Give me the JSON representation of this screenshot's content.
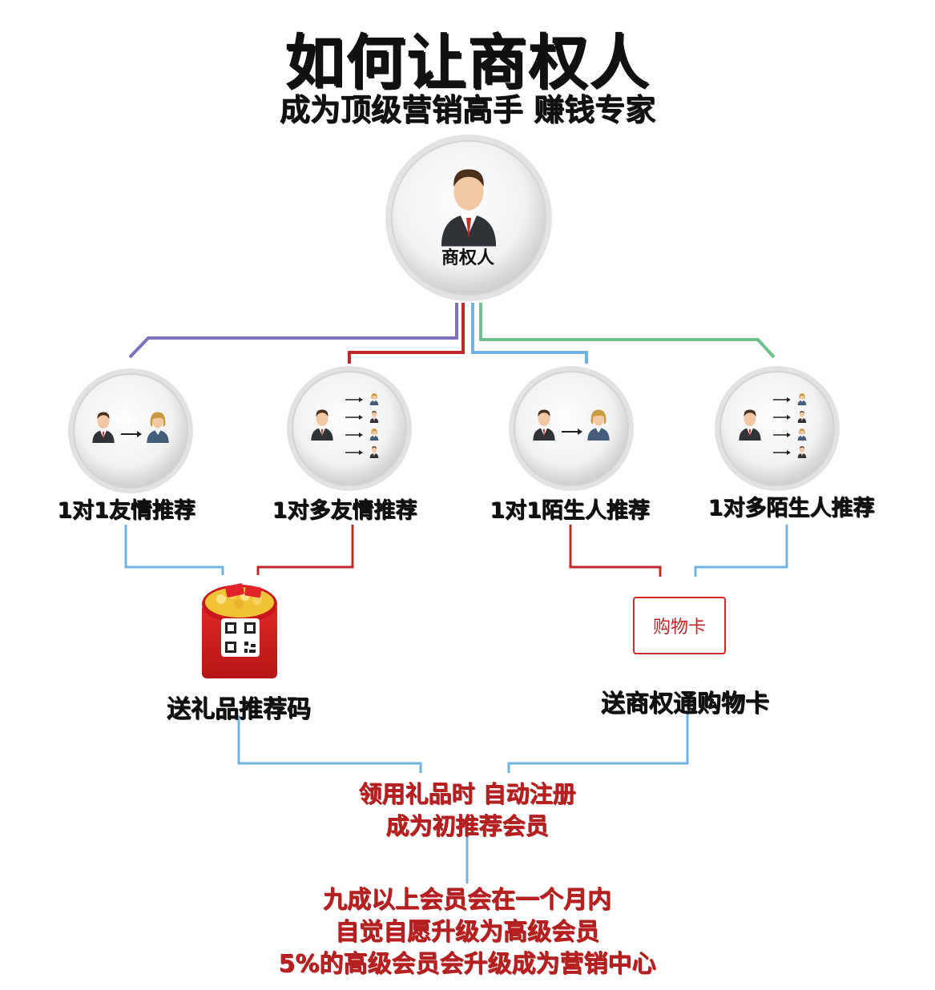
{
  "title": "如何让商权人",
  "subtitle": "成为顶级营销高手 赚钱专家",
  "center_node": {
    "label": "商权人"
  },
  "branches": [
    {
      "label": "1对1友情推荐",
      "icon": "one-to-one-female-icon"
    },
    {
      "label": "1对多友情推荐",
      "icon": "one-to-many-icon"
    },
    {
      "label": "1对1陌生人推荐",
      "icon": "one-to-one-female-icon"
    },
    {
      "label": "1对多陌生人推荐",
      "icon": "one-to-many-icon"
    }
  ],
  "gift": {
    "label": "送礼品推荐码",
    "icon": "red-envelope-qr-icon"
  },
  "card": {
    "box_text": "购物卡",
    "label": "送商权通购物卡"
  },
  "register_text": {
    "line1": "领用礼品时 自动注册",
    "line2": "成为初推荐会员"
  },
  "result_text": {
    "line1": "九成以上会员会在一个月内",
    "line2": "自觉自愿升级为高级会员",
    "line3": "5%的高级会员会升级成为营销中心"
  },
  "colors": {
    "purple": "#7b72bd",
    "red": "#c0282b",
    "blue": "#6fb3e3",
    "green": "#6cc08b",
    "text_red": "#b52020"
  }
}
